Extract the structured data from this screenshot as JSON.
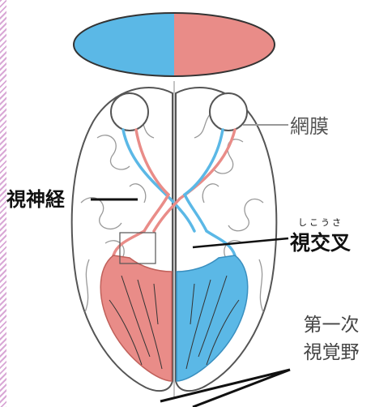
{
  "labels": {
    "optic_nerve": "視神経",
    "retina": "網膜",
    "optic_chiasm": "視交叉",
    "optic_chiasm_ruby": "しこうさ",
    "visual_cortex_line1": "第一次",
    "visual_cortex_line2": "視覚野"
  },
  "colors": {
    "left_field": "#5bb8e6",
    "right_field": "#e98c88",
    "brain_outline": "#555555",
    "stripe": "#d9a8d6"
  }
}
